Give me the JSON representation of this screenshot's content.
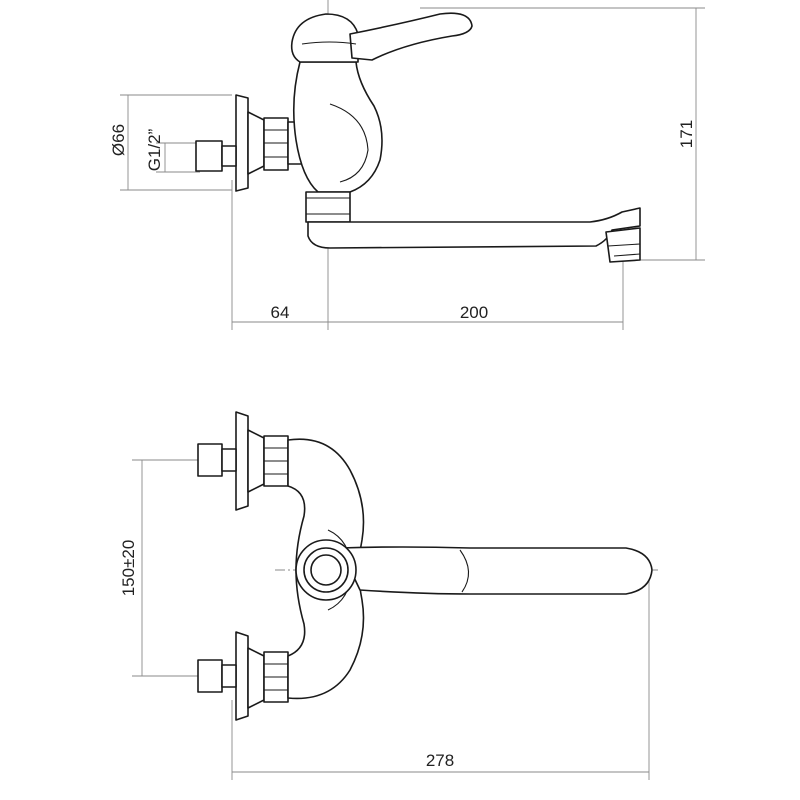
{
  "dimensions": {
    "diameter": "Ø66",
    "thread": "G1/2”",
    "height": "171",
    "offset_left": "64",
    "spout_reach": "200",
    "centers": "150±20",
    "total_length": "278"
  },
  "colors": {
    "line": "#1a1a1a",
    "dimension": "#8a8a8a",
    "background": "#ffffff"
  }
}
